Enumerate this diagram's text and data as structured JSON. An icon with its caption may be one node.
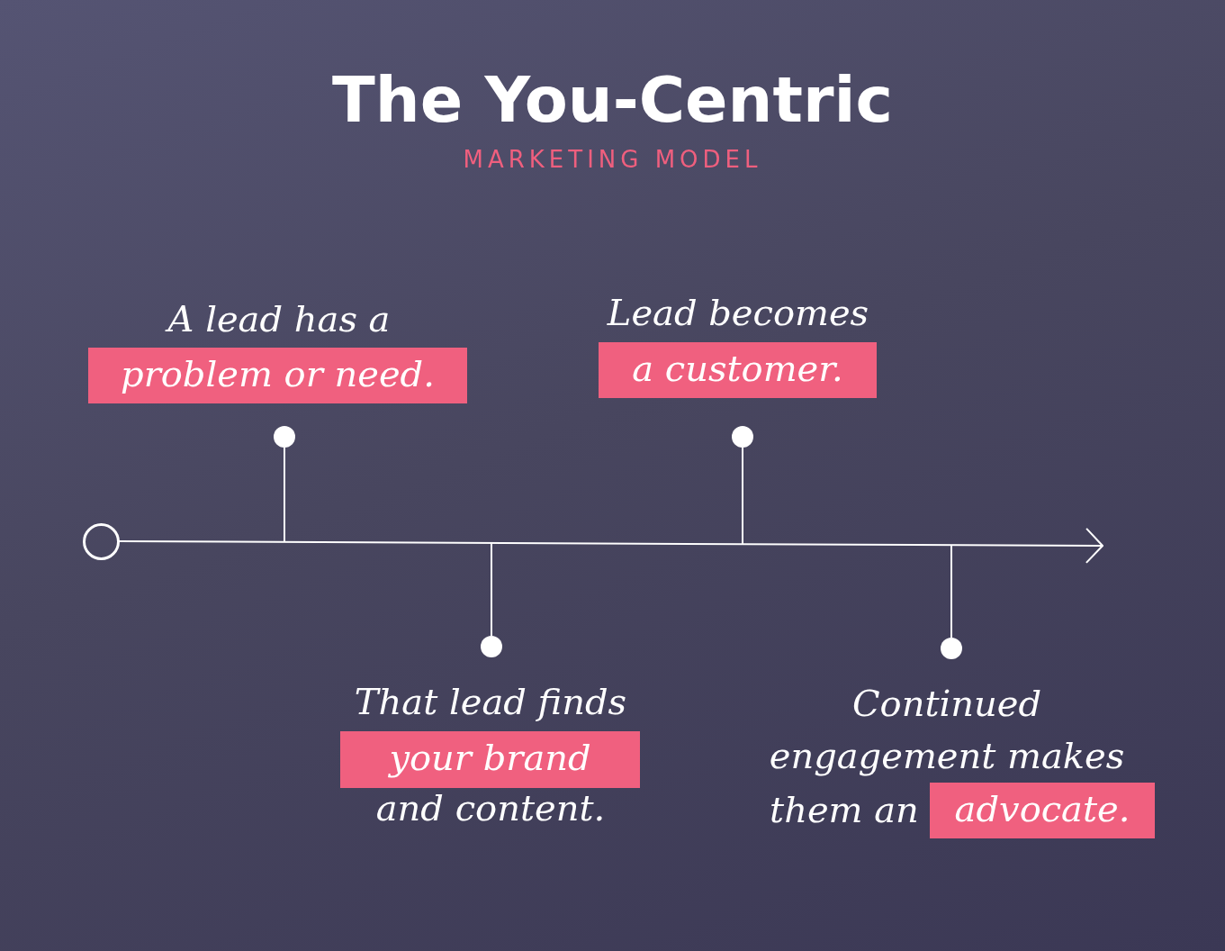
{
  "diagram": {
    "title": "The You-Centric",
    "nodes": [
      {
        "text": [
          "A lead has a",
          "problem or need."
        ]
      },
      {
        "text": [
          "Lead becomes",
          "a customer."
        ]
      },
      {
        "text": [],
        "shape": "circle"
      },
      {
        "text": [],
        "shape": "circle"
      },
      {
        "text": [],
        "shape": "circle"
      },
      {
        "text": [],
        "shape": "circle"
      },
      {
        "text": [],
        "shape": "circle"
      },
      {
        "text": [
          "That lead finds",
          "your brand",
          "and content."
        ]
      },
      {
        "text": [
          "Continued engagement makes",
          "them an",
          "advocate."
        ]
      }
    ],
    "edges": [
      {
        "from": 4,
        "to": null,
        "arrow": "to"
      },
      {
        "from": 2,
        "to": null,
        "arrow": "none"
      },
      {
        "from": 5,
        "to": null,
        "arrow": "none"
      },
      {
        "from": 3,
        "to": null,
        "arrow": "none"
      },
      {
        "from": 6,
        "to": null,
        "arrow": "none"
      }
    ],
    "labels": [
      "MARKETING MODEL"
    ]
  }
}
